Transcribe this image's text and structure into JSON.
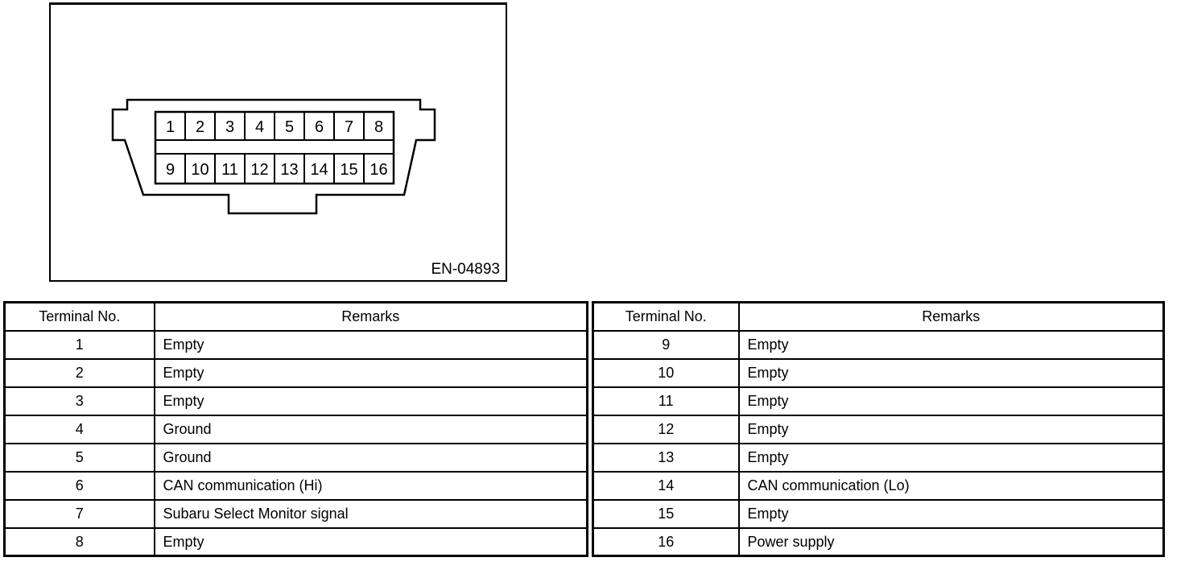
{
  "figure": {
    "caption": "EN-04893",
    "connector": {
      "pins": [
        "1",
        "2",
        "3",
        "4",
        "5",
        "6",
        "7",
        "8",
        "9",
        "10",
        "11",
        "12",
        "13",
        "14",
        "15",
        "16"
      ]
    }
  },
  "tables": [
    {
      "headers": {
        "terminal": "Terminal No.",
        "remarks": "Remarks"
      },
      "rows": [
        {
          "terminal": "1",
          "remarks": "Empty"
        },
        {
          "terminal": "2",
          "remarks": "Empty"
        },
        {
          "terminal": "3",
          "remarks": "Empty"
        },
        {
          "terminal": "4",
          "remarks": "Ground"
        },
        {
          "terminal": "5",
          "remarks": "Ground"
        },
        {
          "terminal": "6",
          "remarks": "CAN communication (Hi)"
        },
        {
          "terminal": "7",
          "remarks": "Subaru Select Monitor signal"
        },
        {
          "terminal": "8",
          "remarks": "Empty"
        }
      ]
    },
    {
      "headers": {
        "terminal": "Terminal No.",
        "remarks": "Remarks"
      },
      "rows": [
        {
          "terminal": "9",
          "remarks": "Empty"
        },
        {
          "terminal": "10",
          "remarks": "Empty"
        },
        {
          "terminal": "11",
          "remarks": "Empty"
        },
        {
          "terminal": "12",
          "remarks": "Empty"
        },
        {
          "terminal": "13",
          "remarks": "Empty"
        },
        {
          "terminal": "14",
          "remarks": "CAN communication (Lo)"
        },
        {
          "terminal": "15",
          "remarks": "Empty"
        },
        {
          "terminal": "16",
          "remarks": "Power supply"
        }
      ]
    }
  ],
  "colors": {
    "line": "#000000",
    "background": "#ffffff"
  }
}
